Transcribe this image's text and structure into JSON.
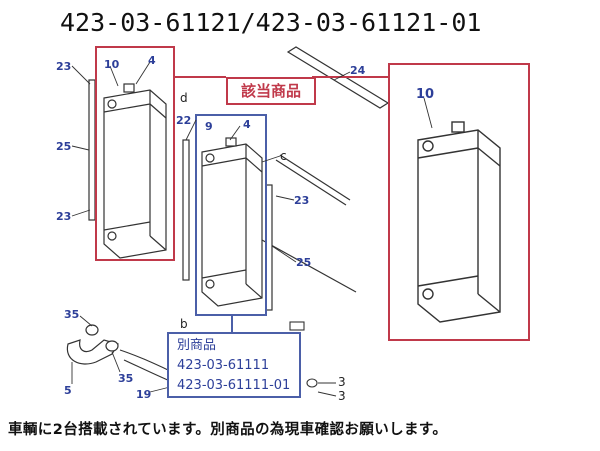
{
  "title": "423-03-61121/423-03-61121-01",
  "highlight_badge": "該当商品",
  "alt_product": {
    "heading": "別商品",
    "part_numbers": [
      "423-03-61111",
      "423-03-61111-01"
    ]
  },
  "caption": "車輌に2台搭載されています。別商品の為現車確認お願いします。",
  "callouts": {
    "c23a": "23",
    "c10": "10",
    "c4a": "4",
    "cd": "d",
    "c22": "22",
    "c9": "9",
    "c4b": "4",
    "cc": "c",
    "c24": "24",
    "c25a": "25",
    "c23b": "23",
    "c23c": "23",
    "c25b": "25",
    "c35a": "35",
    "c35b": "35",
    "c5": "5",
    "cb": "b",
    "c19": "19",
    "c3a": "3",
    "c3b": "3",
    "c10big": "10"
  },
  "colors": {
    "highlight": "#c0394a",
    "alt": "#4b5fa8",
    "label": "#2d3f99",
    "line": "#333333"
  }
}
